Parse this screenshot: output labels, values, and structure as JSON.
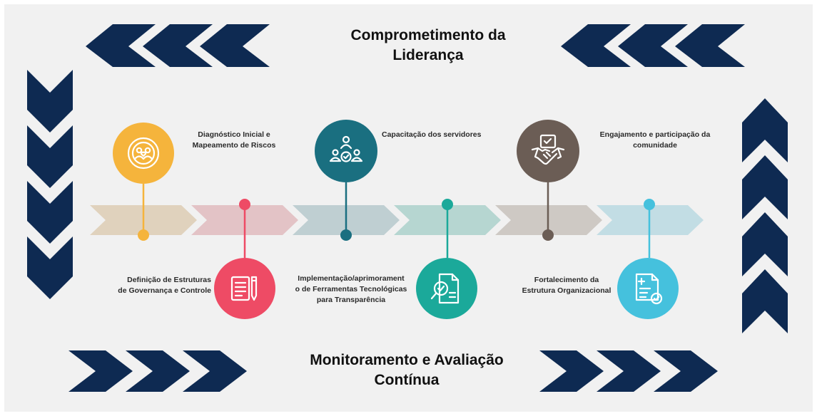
{
  "titles": {
    "top": {
      "line1": "Comprometimento da",
      "line2": "Liderança"
    },
    "bottom": {
      "line1": "Monitoramento e Avaliação",
      "line2": "Contínua"
    }
  },
  "colors": {
    "chevron": "#0e2a52",
    "panel": "#f1f1f1",
    "steps": [
      "#f5b43c",
      "#ee4b65",
      "#1a6f80",
      "#1ba99a",
      "#6b5d55",
      "#45c1dd"
    ],
    "timeline": [
      "#e0d2bd",
      "#e3c3c6",
      "#bfcfd2",
      "#b6d6d1",
      "#cec9c4",
      "#c2dde4"
    ]
  },
  "steps": [
    {
      "icon": "heart-people-icon",
      "label": [
        "Diagnóstico Inicial e",
        "Mapeamento de Riscos"
      ]
    },
    {
      "icon": "document-pen-icon",
      "label": [
        "Definição de Estruturas",
        "de Governança e Controle"
      ]
    },
    {
      "icon": "team-check-icon",
      "label": [
        "Capacitação dos servidores"
      ]
    },
    {
      "icon": "document-search-icon",
      "label": [
        "Implementação/aprimorament",
        "o de Ferramentas Tecnológicas",
        "para Transparência"
      ]
    },
    {
      "icon": "handshake-icon",
      "label": [
        "Engajamento e participação da",
        "comunidade"
      ]
    },
    {
      "icon": "checklist-icon",
      "label": [
        "Fortalecimento da",
        "Estrutura Organizacional"
      ]
    }
  ]
}
